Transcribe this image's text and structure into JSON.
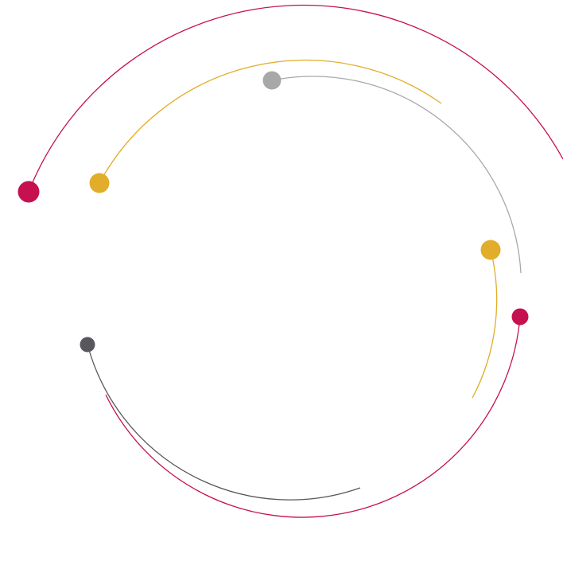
{
  "colors": {
    "background": "#ffffff",
    "crimson": "#c6104f",
    "gold": "#e2ad2a",
    "light_gray": "#a8a8aa",
    "dark_gray": "#58585c"
  },
  "arcs": [
    {
      "name": "outer-crimson-arc-top",
      "color_key": "crimson"
    },
    {
      "name": "gold-arc-top",
      "color_key": "gold"
    },
    {
      "name": "light-gray-arc",
      "color_key": "light_gray"
    },
    {
      "name": "gold-arc-right",
      "color_key": "gold"
    },
    {
      "name": "crimson-arc-bottom",
      "color_key": "crimson"
    },
    {
      "name": "dark-gray-arc-bottom",
      "color_key": "dark_gray"
    }
  ],
  "nodes": [
    {
      "name": "crimson-node-left",
      "color_key": "crimson"
    },
    {
      "name": "gold-node-left",
      "color_key": "gold"
    },
    {
      "name": "light-gray-node-top",
      "color_key": "light_gray"
    },
    {
      "name": "gold-node-right",
      "color_key": "gold"
    },
    {
      "name": "crimson-node-right",
      "color_key": "crimson"
    },
    {
      "name": "dark-gray-node-left",
      "color_key": "dark_gray"
    }
  ]
}
